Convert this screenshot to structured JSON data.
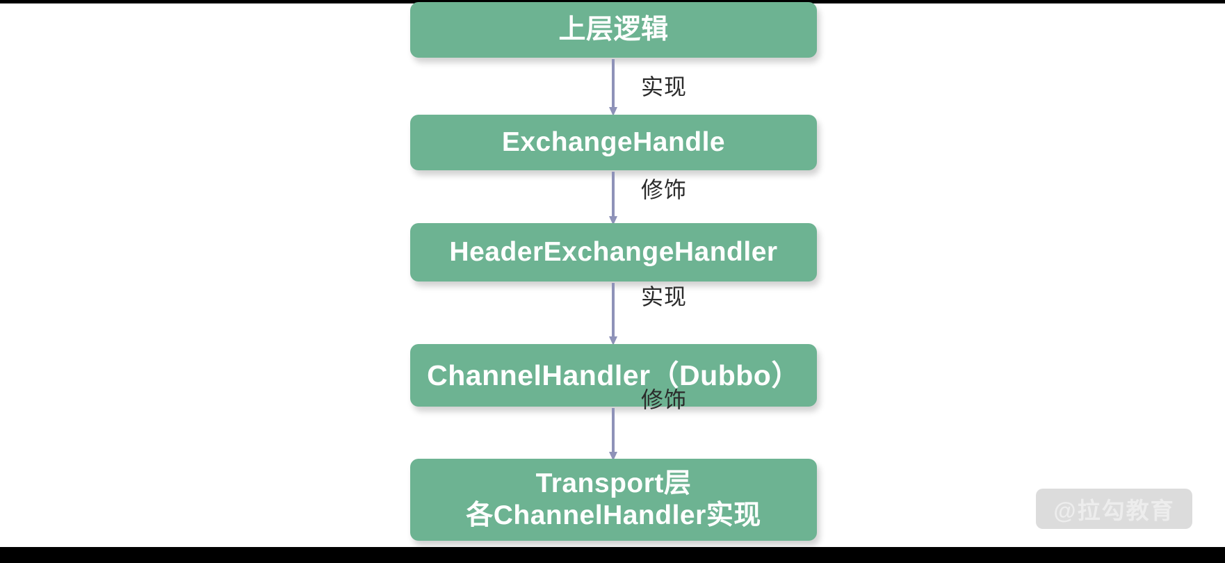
{
  "diagram": {
    "title": "Dubbo ChannelHandler 层次关系",
    "accent_color": "#6DB392",
    "arrow_color": "#8E92B8",
    "text_color": "#FFFFFF",
    "label_color": "#2B2B2B",
    "background": "#FFFFFF",
    "letterbox_color": "#000000",
    "nodes": [
      {
        "id": "upper-logic",
        "line1": "上层逻辑",
        "line2": ""
      },
      {
        "id": "exchange-handle",
        "line1": "ExchangeHandle",
        "line2": ""
      },
      {
        "id": "header-exchange-handler",
        "line1": "HeaderExchangeHandler",
        "line2": ""
      },
      {
        "id": "channel-handler-dubbo",
        "line1": "ChannelHandler（Dubbo）",
        "line2": ""
      },
      {
        "id": "transport-layer",
        "line1": "Transport层",
        "line2": "各ChannelHandler实现"
      }
    ],
    "edges": [
      {
        "id": "edge-0",
        "label": "实现",
        "from": "upper-logic",
        "to": "exchange-handle"
      },
      {
        "id": "edge-1",
        "label": "修饰",
        "from": "exchange-handle",
        "to": "header-exchange-handler"
      },
      {
        "id": "edge-2",
        "label": "实现",
        "from": "header-exchange-handler",
        "to": "channel-handler-dubbo"
      },
      {
        "id": "edge-3",
        "label": "修饰",
        "from": "channel-handler-dubbo",
        "to": "transport-layer"
      }
    ]
  },
  "watermark": {
    "text": "@拉勾教育"
  }
}
